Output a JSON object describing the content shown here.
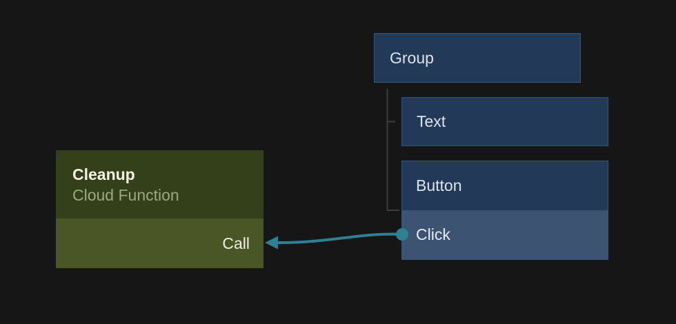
{
  "nodes": {
    "cleanup": {
      "title": "Cleanup",
      "type": "Cloud Function",
      "port": "Call"
    },
    "group": {
      "label": "Group"
    },
    "text": {
      "label": "Text"
    },
    "button": {
      "label": "Button",
      "port": "Click"
    }
  },
  "connection": {
    "from_node": "Button",
    "from_port": "Click",
    "to_node": "Cleanup",
    "to_port": "Call"
  },
  "colors": {
    "background": "#161616",
    "node_blue": "#223a58",
    "node_blue_border": "#35567e",
    "node_row_blue": "#3c5472",
    "green_header": "#344019",
    "green_body": "#4b5627",
    "wire": "#2e8094",
    "tree_line": "#3d3d3d",
    "label_light": "#dde3ea",
    "cleanup_title": "#f4f1e3",
    "cleanup_subtitle": "#9da787",
    "call_label": "#f1efe2"
  }
}
